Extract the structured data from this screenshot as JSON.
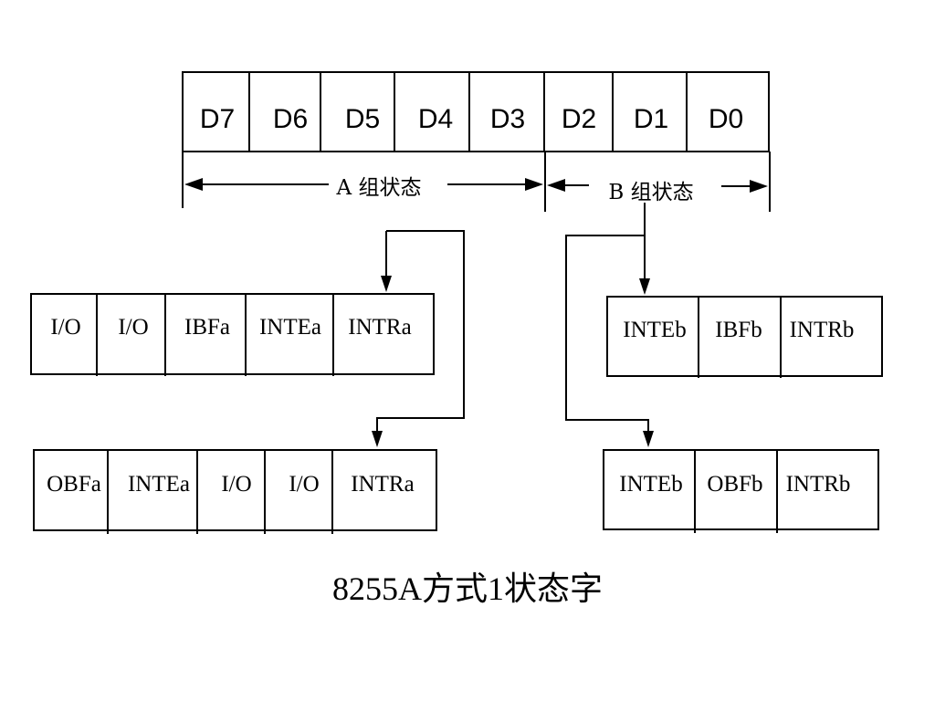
{
  "status_byte": [
    "D7",
    "D6",
    "D5",
    "D4",
    "D3",
    "D2",
    "D1",
    "D0"
  ],
  "group_a_label": "A 组状态",
  "group_b_label": "B 组状态",
  "group_a_input": [
    "I/O",
    "I/O",
    "IBFa",
    "INTEa",
    "INTRa"
  ],
  "group_a_output": [
    "OBFa",
    "INTEa",
    "I/O",
    "I/O",
    "INTRa"
  ],
  "group_b_input": [
    "INTEb",
    "IBFb",
    "INTRb"
  ],
  "group_b_output": [
    "INTEb",
    "OBFb",
    "INTRb"
  ],
  "caption": "8255A方式1状态字"
}
